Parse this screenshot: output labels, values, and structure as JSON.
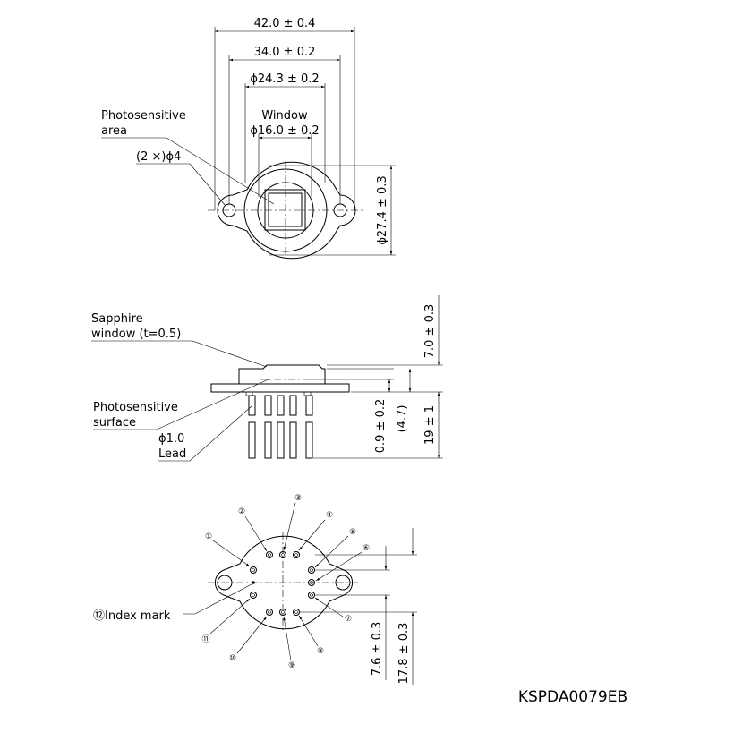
{
  "top_view": {
    "dim_outer_width": "42.0 ± 0.4",
    "dim_hole_pitch": "34.0 ± 0.2",
    "dim_body_dia": "ϕ24.3 ± 0.2",
    "window_label": "Window",
    "dim_window_dia": "ϕ16.0 ± 0.2",
    "photosensitive_area_line1": "Photosensitive",
    "photosensitive_area_line2": "area",
    "holes_label": "(2 ×)ϕ4",
    "dim_flange_dia": "ϕ27.4 ± 0.3"
  },
  "side_view": {
    "sapphire_line1": "Sapphire",
    "sapphire_line2": "window (t=0.5)",
    "dim_height": "7.0 ± 0.3",
    "surface_line1": "Photosensitive",
    "surface_line2": "surface",
    "lead_dia": "ϕ1.0",
    "lead_label": "Lead",
    "dim_surface_depth": "0.9 ± 0.2",
    "dim_ref": "(4.7)",
    "dim_lead_length": "19 ± 1"
  },
  "bottom_view": {
    "pins": [
      "①",
      "②",
      "③",
      "④",
      "⑤",
      "⑥",
      "⑦",
      "⑧",
      "⑨",
      "⑩",
      "⑪"
    ],
    "index_mark": "⑫Index mark",
    "dim_inner": "7.6 ± 0.3",
    "dim_outer": "17.8 ± 0.3"
  },
  "drawing_code": "KSPDA0079EB"
}
